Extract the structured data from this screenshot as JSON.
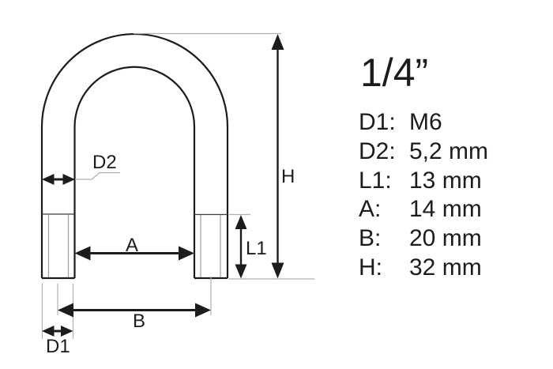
{
  "diagram": {
    "name": "u-bolt dimension drawing",
    "labels": {
      "d2": "D2",
      "a": "A",
      "b": "B",
      "d1": "D1",
      "l1": "L1",
      "h": "H"
    }
  },
  "specs": {
    "title": "1/4”",
    "rows": [
      {
        "label": "D1:",
        "value": "M6"
      },
      {
        "label": "D2:",
        "value": "5,2 mm"
      },
      {
        "label": "L1:",
        "value": "13 mm"
      },
      {
        "label": "A:",
        "value": "14 mm"
      },
      {
        "label": "B:",
        "value": "20 mm"
      },
      {
        "label": "H:",
        "value": "32 mm"
      }
    ]
  },
  "colors": {
    "background": "#ffffff",
    "line": "#1c1c1c",
    "extension": "#b0b0b0",
    "thread_root": "#9e9e9e"
  }
}
